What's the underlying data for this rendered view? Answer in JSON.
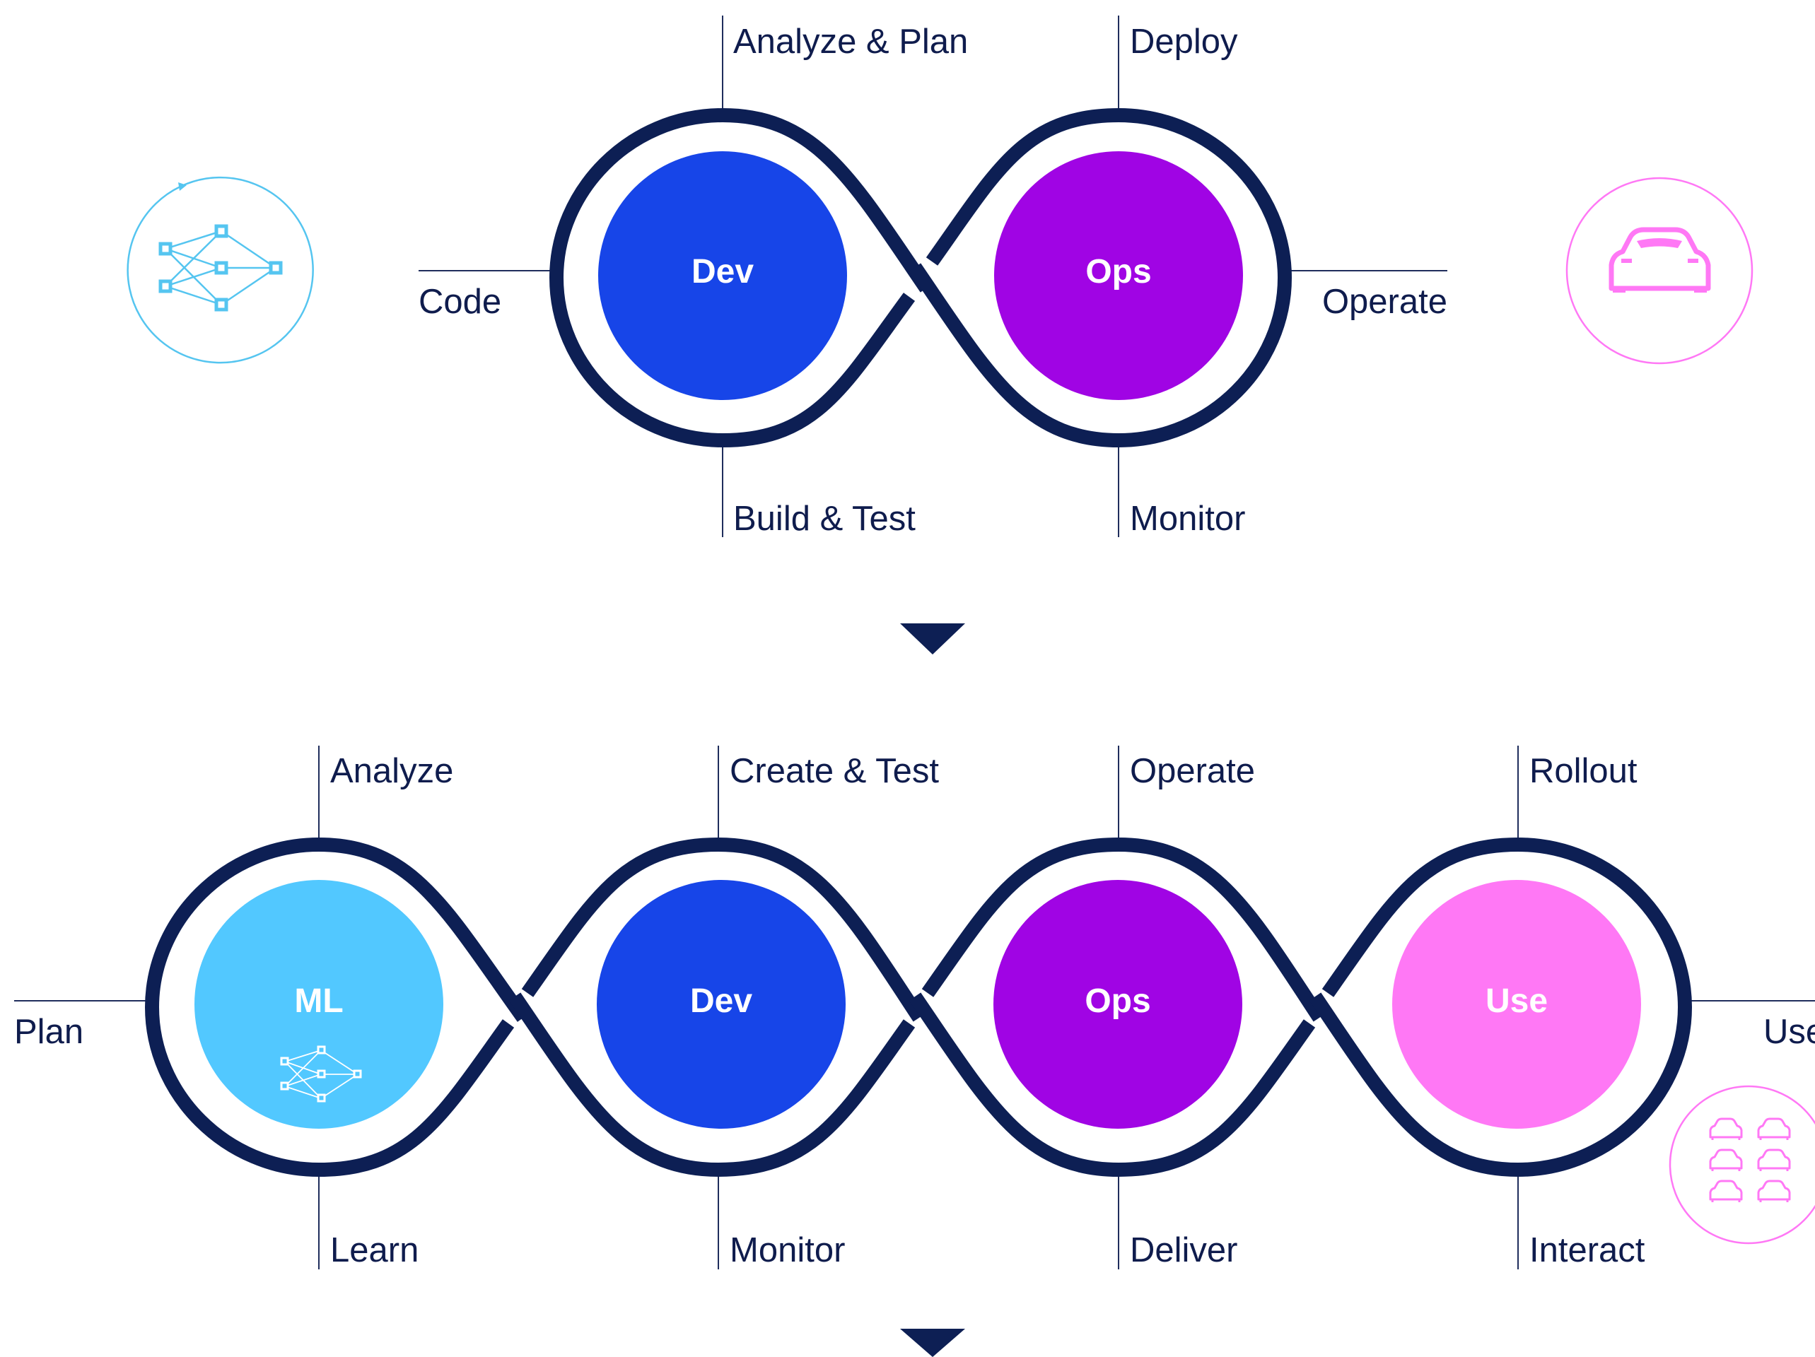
{
  "colors": {
    "navy": "#0d1f54",
    "label_text": "#0f1c4d",
    "leader_line": "#1f2d5c",
    "ml": "#52c8ff",
    "dev": "#1745e8",
    "ops": "#a004e4",
    "use": "#ff78f5"
  },
  "top_loop": {
    "nodes": [
      {
        "label": "Dev",
        "color_key": "dev"
      },
      {
        "label": "Ops",
        "color_key": "ops"
      }
    ],
    "labels": {
      "left": "Code",
      "top_1": "Analyze & Plan",
      "top_2": "Deploy",
      "bottom_1": "Build & Test",
      "bottom_2": "Monitor",
      "right": "Operate"
    },
    "left_icon": "neural-network-cycle-icon",
    "right_icon": "car-icon"
  },
  "bottom_loop": {
    "nodes": [
      {
        "label": "ML",
        "color_key": "ml"
      },
      {
        "label": "Dev",
        "color_key": "dev"
      },
      {
        "label": "Ops",
        "color_key": "ops"
      },
      {
        "label": "Use",
        "color_key": "use"
      }
    ],
    "top_labels": [
      "Analyze",
      "Create & Test",
      "Operate",
      "Rollout"
    ],
    "bottom_labels": [
      "Learn",
      "Monitor",
      "Deliver",
      "Interact"
    ],
    "left_label": "Plan",
    "right_label": "Use",
    "ml_icon": "neural-network-icon",
    "right_icon": "car-fleet-icon"
  },
  "arrows": [
    "down-arrow-icon",
    "down-arrow-icon"
  ]
}
